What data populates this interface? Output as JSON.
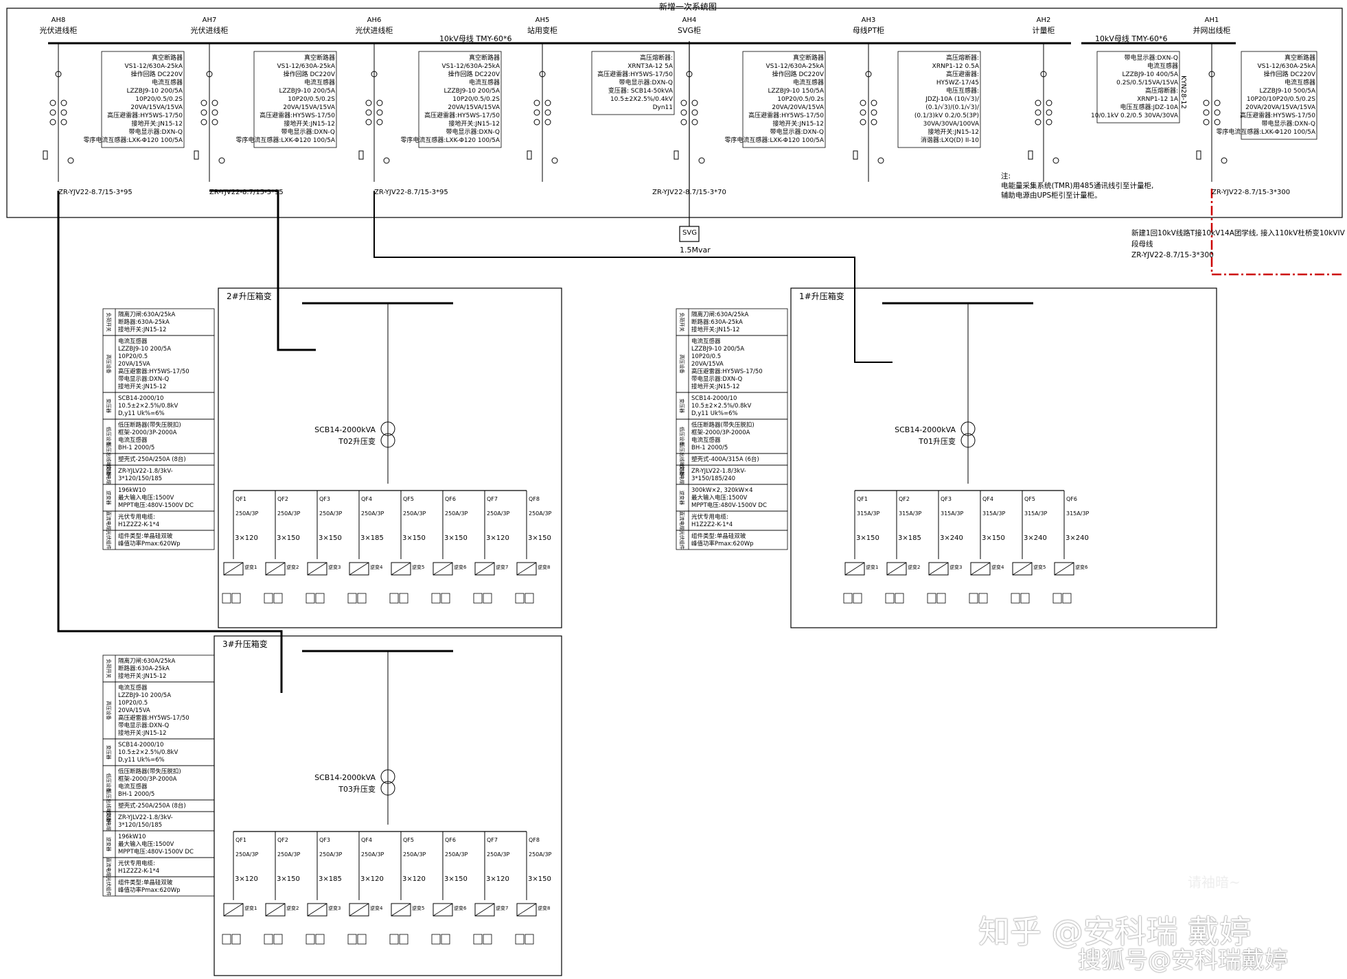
{
  "title": "新增一次系统图",
  "panels": [
    {
      "id": "AH8",
      "name": "光伏进线柜",
      "cable": "ZR-YJV22-8.7/15-3*95",
      "spec": [
        "真空断路器",
        "VS1-12/630A-25kA",
        "操作回路 DC220V",
        "电流互感器",
        "LZZBJ9-10 200/5A",
        "10P20/0.5/0.2S",
        "20VA/15VA/15VA",
        "高压避雷器:HY5WS-17/50",
        "接地开关:JN15-12",
        "带电显示器:DXN-Q",
        "零序电流互感器:LXK-Φ120 100/5A"
      ]
    },
    {
      "id": "AH7",
      "name": "光伏进线柜",
      "cable": "ZR-YJV22-8.7/15-3*95",
      "spec": [
        "真空断路器",
        "VS1-12/630A-25kA",
        "操作回路 DC220V",
        "电流互感器",
        "LZZBJ9-10 200/5A",
        "10P20/0.5/0.2S",
        "20VA/15VA/15VA",
        "高压避雷器:HY5WS-17/50",
        "接地开关:JN15-12",
        "带电显示器:DXN-Q",
        "零序电流互感器:LXK-Φ120 100/5A"
      ]
    },
    {
      "id": "AH6",
      "name": "光伏进线柜",
      "cable": "ZR-YJV22-8.7/15-3*95",
      "spec": [
        "真空断路器",
        "VS1-12/630A-25kA",
        "操作回路 DC220V",
        "电流互感器",
        "LZZBJ9-10 200/5A",
        "10P20/0.5/0.2S",
        "20VA/15VA/15VA",
        "高压避雷器:HY5WS-17/50",
        "接地开关:JN15-12",
        "带电显示器:DXN-Q",
        "零序电流互感器:LXK-Φ120 100/5A"
      ]
    },
    {
      "id": "AH5",
      "name": "站用变柜",
      "cable": "",
      "spec": [
        "高压熔断器:",
        "XRNT3A-12 5A",
        "高压避雷器:HY5WS-17/50",
        "带电显示器:DXN-Q",
        "变压器: SCB14-50kVA",
        "10.5±2X2.5%/0.4kV",
        "Dyn11"
      ]
    },
    {
      "id": "AH4",
      "name": "SVG柜",
      "cable": "ZR-YJV22-8.7/15-3*70",
      "spec": [
        "真空断路器",
        "VS1-12/630A-25kA",
        "操作回路 DC220V",
        "电流互感器",
        "LZZBJ9-10 150/5A",
        "10P20/0.5/0.2s",
        "20VA/20VA/15VA",
        "高压避雷器:HY5WS-17/50",
        "接地开关:JN15-12",
        "带电显示器:DXN-Q",
        "零序电流互感器:LXK-Φ120 100/5A"
      ]
    },
    {
      "id": "AH3",
      "name": "母线PT柜",
      "cable": "",
      "spec": [
        "高压熔断器:",
        "XRNP1-12 0.5A",
        "高压避雷器:",
        "HY5WZ-17/45",
        "电压互感器:",
        "JDZJ-10A (10/√3)/",
        "(0.1/√3)/(0.1/√3)/",
        "(0.1/3)kV 0.2/0.5(3P)",
        "30VA/30VA/100VA",
        "接地开关:JN15-12",
        "消谐器:LXQ(D) II-10"
      ]
    },
    {
      "id": "AH2",
      "name": "计量柜",
      "cable": "",
      "spec": [
        "带电显示器:DXN-Q",
        "电流互感器",
        "LZZBJ9-10 400/5A",
        "0.2S/0.5/15VA/15VA",
        "高压熔断器:",
        "XRNP1-12 1A",
        "电压互感器:JDZ-10A",
        "10/0.1kV 0.2/0.5 30VA/30VA"
      ]
    },
    {
      "id": "AH1",
      "name": "并网出线柜",
      "cable": "ZR-YJV22-8.7/15-3*300",
      "spec": [
        "真空断路器",
        "VS1-12/630A-25kA",
        "操作回路 DC220V",
        "电流互感器",
        "LZZBJ9-10 500/5A",
        "10P20/10P20/0.5/0.2S",
        "20VA/20VA/15VA/15VA",
        "高压避雷器:HY5WS-17/50",
        "带电显示器:DXN-Q",
        "零序电流互感器:LXK-Φ120 100/5A"
      ]
    }
  ],
  "cabinet_model": "KYN28-12",
  "busbar_left": "10kV母线 TMY-60*6",
  "busbar_right": "10kV母线 TMY-60*6",
  "svg_box": "SVG",
  "svg_rating": "1.5Mvar",
  "note": [
    "注:",
    "电能量采集系统(TMR)用485通讯线引至计量柜,",
    "辅助电源由UPS柜引至计量柜。"
  ],
  "tie_note": [
    "新建1回10kV线路T接10kV14A团学线, 接入110kV杜桥变10kVIV段母线",
    "ZR-YJV22-8.7/15-3*300"
  ],
  "boxes": [
    {
      "id": "t2",
      "title": "2#升压箱变",
      "xfmr": [
        "SCB14-2000kVA",
        "T02升压变"
      ],
      "breakers": [
        "QF1",
        "QF2",
        "QF3",
        "QF4",
        "QF5",
        "QF6",
        "QF7",
        "QF8"
      ],
      "ratings": [
        "250A/3P",
        "250A/3P",
        "250A/3P",
        "250A/3P",
        "250A/3P",
        "250A/3P",
        "250A/3P",
        "250A/3P"
      ],
      "cables": [
        "3×120",
        "3×150",
        "3×150",
        "3×185",
        "3×150",
        "3×150",
        "3×120",
        "3×150"
      ],
      "inverters": [
        "逆变1",
        "逆变2",
        "逆变3",
        "逆变4",
        "逆变5",
        "逆变6",
        "逆变7",
        "逆变8"
      ],
      "legend": [
        {
          "cat": "负荷开关",
          "lines": [
            "隔离刀闸:630A/25kA",
            "断路器:630A-25kA",
            "接地开关:JN15-12"
          ]
        },
        {
          "cat": "高压设备",
          "lines": [
            "电流互感器",
            "LZZBJ9-10 200/5A",
            "10P20/0.5",
            "20VA/15VA",
            "高压避雷器:HY5WS-17/50",
            "带电显示器:DXN-Q",
            "接地开关:JN15-12"
          ]
        },
        {
          "cat": "变压器",
          "lines": [
            "SCB14-2000/10",
            "10.5±2×2.5%/0.8kV",
            "D,y11 Uk%=6%"
          ]
        },
        {
          "cat": "低压设备",
          "lines": [
            "低压断路器(带失压脱扣)",
            "框架-2000/3P-2000A",
            "电流互感器",
            "BH-1 2000/5"
          ]
        },
        {
          "cat": "低压出线断路器",
          "lines": [
            "塑壳式-250A/250A (8台)"
          ]
        },
        {
          "cat": "交流电缆",
          "lines": [
            "ZR-YJLV22-1.8/3kV-",
            "3*120/150/185"
          ]
        },
        {
          "cat": "逆变器",
          "lines": [
            "196kW10",
            "最大输入电压:1500V",
            "MPPT电压:480V-1500V DC"
          ]
        },
        {
          "cat": "直流电缆",
          "lines": [
            "光伏专用电缆:",
            "H1Z2Z2-K-1*4"
          ]
        },
        {
          "cat": "光伏组件",
          "lines": [
            "组件类型:单晶硅双玻",
            "峰值功率Pmax:620Wp"
          ]
        }
      ]
    },
    {
      "id": "t1",
      "title": "1#升压箱变",
      "xfmr": [
        "SCB14-2000kVA",
        "T01升压变"
      ],
      "breakers": [
        "QF1",
        "QF2",
        "QF3",
        "QF4",
        "QF5",
        "QF6"
      ],
      "ratings": [
        "315A/3P",
        "315A/3P",
        "315A/3P",
        "315A/3P",
        "315A/3P",
        "315A/3P"
      ],
      "cables": [
        "3×150",
        "3×185",
        "3×240",
        "3×150",
        "3×240",
        "3×240"
      ],
      "inverters": [
        "逆变1",
        "逆变2",
        "逆变3",
        "逆变4",
        "逆变5",
        "逆变6"
      ],
      "legend": [
        {
          "cat": "负荷开关",
          "lines": [
            "隔离刀闸:630A/25kA",
            "断路器:630A-25kA",
            "接地开关:JN15-12"
          ]
        },
        {
          "cat": "高压设备",
          "lines": [
            "电流互感器",
            "LZZBJ9-10 200/5A",
            "10P20/0.5",
            "20VA/15VA",
            "高压避雷器:HY5WS-17/50",
            "带电显示器:DXN-Q",
            "接地开关:JN15-12"
          ]
        },
        {
          "cat": "变压器",
          "lines": [
            "SCB14-2000/10",
            "10.5±2×2.5%/0.8kV",
            "D,y11 Uk%=6%"
          ]
        },
        {
          "cat": "低压设备",
          "lines": [
            "低压断路器(带失压脱扣)",
            "框架-2000/3P-2000A",
            "电流互感器",
            "BH-1 2000/5"
          ]
        },
        {
          "cat": "低压出线断路器",
          "lines": [
            "塑壳式-400A/315A (6台)"
          ]
        },
        {
          "cat": "交流电缆",
          "lines": [
            "ZR-YJLV22-1.8/3kV-",
            "3*150/185/240"
          ]
        },
        {
          "cat": "逆变器",
          "lines": [
            "300kW×2, 320kW×4",
            "最大输入电压:1500V",
            "MPPT电压:480V-1500V DC"
          ]
        },
        {
          "cat": "直流电缆",
          "lines": [
            "光伏专用电缆:",
            "H1Z2Z2-K-1*4"
          ]
        },
        {
          "cat": "光伏组件",
          "lines": [
            "组件类型:单晶硅双玻",
            "峰值功率Pmax:620Wp"
          ]
        }
      ]
    },
    {
      "id": "t3",
      "title": "3#升压箱变",
      "xfmr": [
        "SCB14-2000kVA",
        "T03升压变"
      ],
      "breakers": [
        "QF1",
        "QF2",
        "QF3",
        "QF4",
        "QF5",
        "QF6",
        "QF7",
        "QF8"
      ],
      "ratings": [
        "250A/3P",
        "250A/3P",
        "250A/3P",
        "250A/3P",
        "250A/3P",
        "250A/3P",
        "250A/3P",
        "250A/3P"
      ],
      "cables": [
        "3×120",
        "3×150",
        "3×185",
        "3×120",
        "3×120",
        "3×150",
        "3×120",
        "3×150"
      ],
      "inverters": [
        "逆变1",
        "逆变2",
        "逆变3",
        "逆变4",
        "逆变5",
        "逆变6",
        "逆变7",
        "逆变8"
      ],
      "legend": [
        {
          "cat": "负荷开关",
          "lines": [
            "隔离刀闸:630A/25kA",
            "断路器:630A-25kA",
            "接地开关:JN15-12"
          ]
        },
        {
          "cat": "高压设备",
          "lines": [
            "电流互感器",
            "LZZBJ9-10 200/5A",
            "10P20/0.5",
            "20VA/15VA",
            "高压避雷器:HY5WS-17/50",
            "带电显示器:DXN-Q",
            "接地开关:JN15-12"
          ]
        },
        {
          "cat": "变压器",
          "lines": [
            "SCB14-2000/10",
            "10.5±2×2.5%/0.8kV",
            "D,y11 Uk%=6%"
          ]
        },
        {
          "cat": "低压设备",
          "lines": [
            "低压断路器(带失压脱扣)",
            "框架-2000/3P-2000A",
            "电流互感器",
            "BH-1 2000/5"
          ]
        },
        {
          "cat": "低压出线断路器",
          "lines": [
            "塑壳式-250A/250A (8台)"
          ]
        },
        {
          "cat": "交流电缆",
          "lines": [
            "ZR-YJLV22-1.8/3kV-",
            "3*120/150/185"
          ]
        },
        {
          "cat": "逆变器",
          "lines": [
            "196kW10",
            "最大输入电压:1500V",
            "MPPT电压:480V-1500V DC"
          ]
        },
        {
          "cat": "直流电缆",
          "lines": [
            "光伏专用电缆:",
            "H1Z2Z2-K-1*4"
          ]
        },
        {
          "cat": "光伏组件",
          "lines": [
            "组件类型:单晶硅双玻",
            "峰值功率Pmax:620Wp"
          ]
        }
      ]
    }
  ],
  "watermark_1": "知乎 @安科瑞 戴婷",
  "watermark_2": "搜狐号@安科瑞戴婷",
  "watermark_faint": "请袖暗~",
  "colors": {
    "line": "#000000",
    "tie_line": "#cc0000",
    "watermark": "#ffffff"
  }
}
